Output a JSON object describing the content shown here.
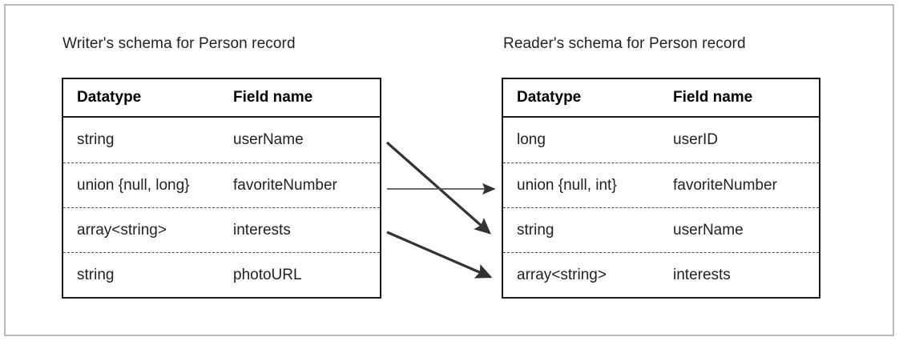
{
  "figure": {
    "type": "schema-evolution-diagram",
    "columns": [
      "Datatype",
      "Field name"
    ],
    "writer": {
      "caption": "Writer's schema for Person record",
      "headers": {
        "datatype": "Datatype",
        "fieldname": "Field name"
      },
      "rows": [
        {
          "datatype": "string",
          "fieldname": "userName"
        },
        {
          "datatype": "union {null, long}",
          "fieldname": "favoriteNumber"
        },
        {
          "datatype": "array<string>",
          "fieldname": "interests"
        },
        {
          "datatype": "string",
          "fieldname": "photoURL"
        }
      ]
    },
    "reader": {
      "caption": "Reader's schema for Person record",
      "headers": {
        "datatype": "Datatype",
        "fieldname": "Field name"
      },
      "rows": [
        {
          "datatype": "long",
          "fieldname": "userID"
        },
        {
          "datatype": "union {null, int}",
          "fieldname": "favoriteNumber"
        },
        {
          "datatype": "string",
          "fieldname": "userName"
        },
        {
          "datatype": "array<string>",
          "fieldname": "interests"
        }
      ]
    },
    "mappings": [
      {
        "name": "userName-mapping",
        "from_field": "userName",
        "to_field": "userName",
        "from_row": 0,
        "to_row": 2,
        "style": "thick"
      },
      {
        "name": "favoriteNumber-mapping",
        "from_field": "favoriteNumber",
        "to_field": "favoriteNumber",
        "from_row": 1,
        "to_row": 1,
        "style": "thin"
      },
      {
        "name": "interests-mapping",
        "from_field": "interests",
        "to_field": "interests",
        "from_row": 2,
        "to_row": 3,
        "style": "thick"
      }
    ],
    "colors": {
      "frame": "#b9b9b9",
      "table_border": "#1a1a1a",
      "row_divider": "#4d4d4d",
      "text": "#231f20",
      "arrow": "#333333"
    }
  }
}
